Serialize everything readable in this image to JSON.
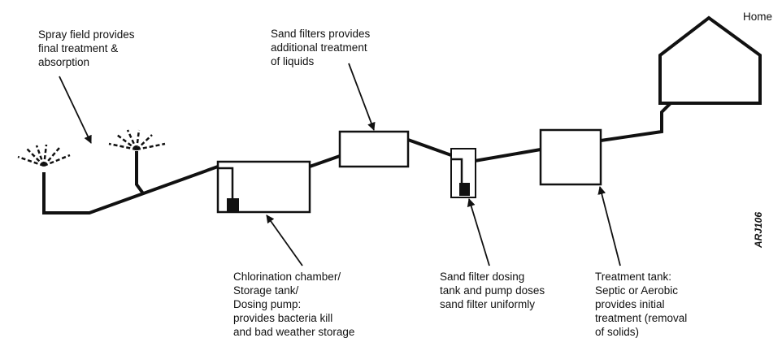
{
  "labels": {
    "home": "Home",
    "spray_field": [
      "Spray field provides",
      "final treatment &",
      "absorption"
    ],
    "sand_filters": [
      "Sand filters provides",
      "additional treatment",
      "of liquids"
    ],
    "chlorination": [
      "Chlorination chamber/",
      "Storage tank/",
      "Dosing pump:",
      "provides bacteria kill",
      "and bad weather storage"
    ],
    "sand_filter_dosing": [
      "Sand filter dosing",
      "tank and pump doses",
      "sand filter uniformly"
    ],
    "treatment_tank": [
      "Treatment tank:",
      "Septic or Aerobic",
      "provides initial",
      "treatment (removal",
      "of solids)"
    ],
    "figure_code": "ARJ106"
  },
  "colors": {
    "stroke": "#111111",
    "background": "#ffffff"
  },
  "icons": [
    "house-outline-icon",
    "sprinkler-head-icon",
    "pump-icon",
    "arrow-icon"
  ]
}
